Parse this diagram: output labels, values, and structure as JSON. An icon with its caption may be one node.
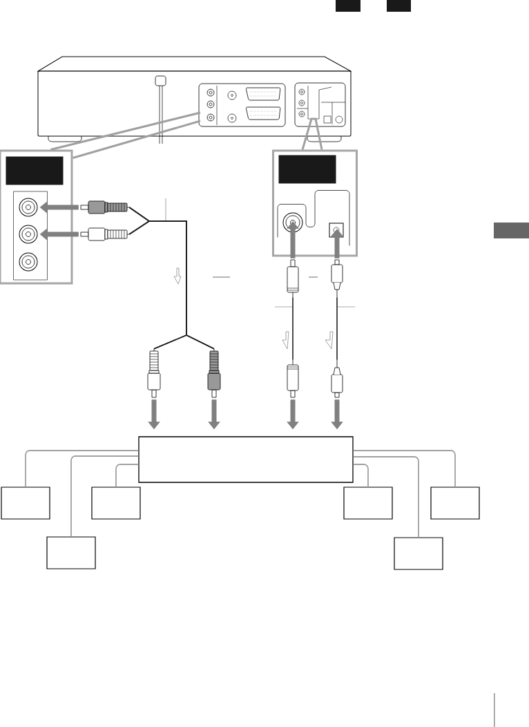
{
  "diagram": {
    "nodes": [
      {
        "text": [],
        "shape": "picture"
      },
      {
        "text": [],
        "shape": "box"
      },
      {
        "text": [],
        "shape": "box",
        "in": 1
      },
      {
        "text": [],
        "shape": "box",
        "in": 1
      },
      {
        "text": [],
        "shape": "circle",
        "in": 3
      },
      {
        "text": [],
        "shape": "circle",
        "in": 3
      },
      {
        "text": [],
        "shape": "circle",
        "in": 3
      },
      {
        "text": [],
        "shape": "box"
      },
      {
        "text": [],
        "shape": "box",
        "in": 7
      },
      {
        "text": [],
        "shape": "circle",
        "in": 7
      },
      {
        "text": [],
        "shape": "box",
        "in": 7
      },
      {
        "text": [],
        "shape": "picture"
      },
      {
        "text": [],
        "shape": "picture"
      },
      {
        "text": [],
        "shape": "picture"
      },
      {
        "text": [],
        "shape": "picture"
      },
      {
        "text": [],
        "shape": "picture"
      },
      {
        "text": [],
        "shape": "picture"
      },
      {
        "text": [],
        "shape": "picture"
      },
      {
        "text": [],
        "shape": "picture"
      },
      {
        "text": [],
        "shape": "box"
      },
      {
        "text": [],
        "shape": "box"
      },
      {
        "text": [],
        "shape": "box"
      },
      {
        "text": [],
        "shape": "box"
      },
      {
        "text": [],
        "shape": "box"
      },
      {
        "text": [],
        "shape": "box"
      },
      {
        "text": [],
        "shape": "box"
      }
    ],
    "edges": [
      {
        "from": 0,
        "to": 1,
        "arrow": "none"
      },
      {
        "from": 0,
        "to": 7,
        "arrow": "none"
      },
      {
        "from": 11,
        "to": 4,
        "arrow": "to",
        "style": "thick",
        "color": "#808080"
      },
      {
        "from": 12,
        "to": 5,
        "arrow": "to",
        "style": "thick",
        "color": "#808080"
      },
      {
        "from": 13,
        "to": 9,
        "arrow": "to",
        "style": "thick",
        "color": "#808080"
      },
      {
        "from": 14,
        "to": 10,
        "arrow": "to",
        "style": "thick",
        "color": "#808080"
      },
      {
        "from": 11,
        "to": 15,
        "arrow": "none",
        "color": "#231f20"
      },
      {
        "from": 11,
        "to": 16,
        "arrow": "none",
        "color": "#231f20"
      },
      {
        "from": 12,
        "to": 15,
        "arrow": "none",
        "color": "#231f20"
      },
      {
        "from": 12,
        "to": 16,
        "arrow": "none",
        "color": "#231f20"
      },
      {
        "from": 13,
        "to": 17,
        "arrow": "none",
        "color": "#231f20"
      },
      {
        "from": 14,
        "to": 18,
        "arrow": "none",
        "color": "#231f20"
      },
      {
        "from": 15,
        "to": 19,
        "arrow": "to",
        "style": "thick",
        "color": "#808080"
      },
      {
        "from": 16,
        "to": 19,
        "arrow": "to",
        "style": "thick",
        "color": "#808080"
      },
      {
        "from": 17,
        "to": 19,
        "arrow": "to",
        "style": "thick",
        "color": "#808080"
      },
      {
        "from": 18,
        "to": 19,
        "arrow": "to",
        "style": "thick",
        "color": "#808080"
      },
      {
        "from": 19,
        "to": 20,
        "arrow": "none"
      },
      {
        "from": 19,
        "to": 21,
        "arrow": "none"
      },
      {
        "from": 19,
        "to": 22,
        "arrow": "none"
      },
      {
        "from": 19,
        "to": 23,
        "arrow": "none"
      },
      {
        "from": 19,
        "to": 24,
        "arrow": "none"
      },
      {
        "from": 19,
        "to": 25,
        "arrow": "none"
      }
    ]
  }
}
